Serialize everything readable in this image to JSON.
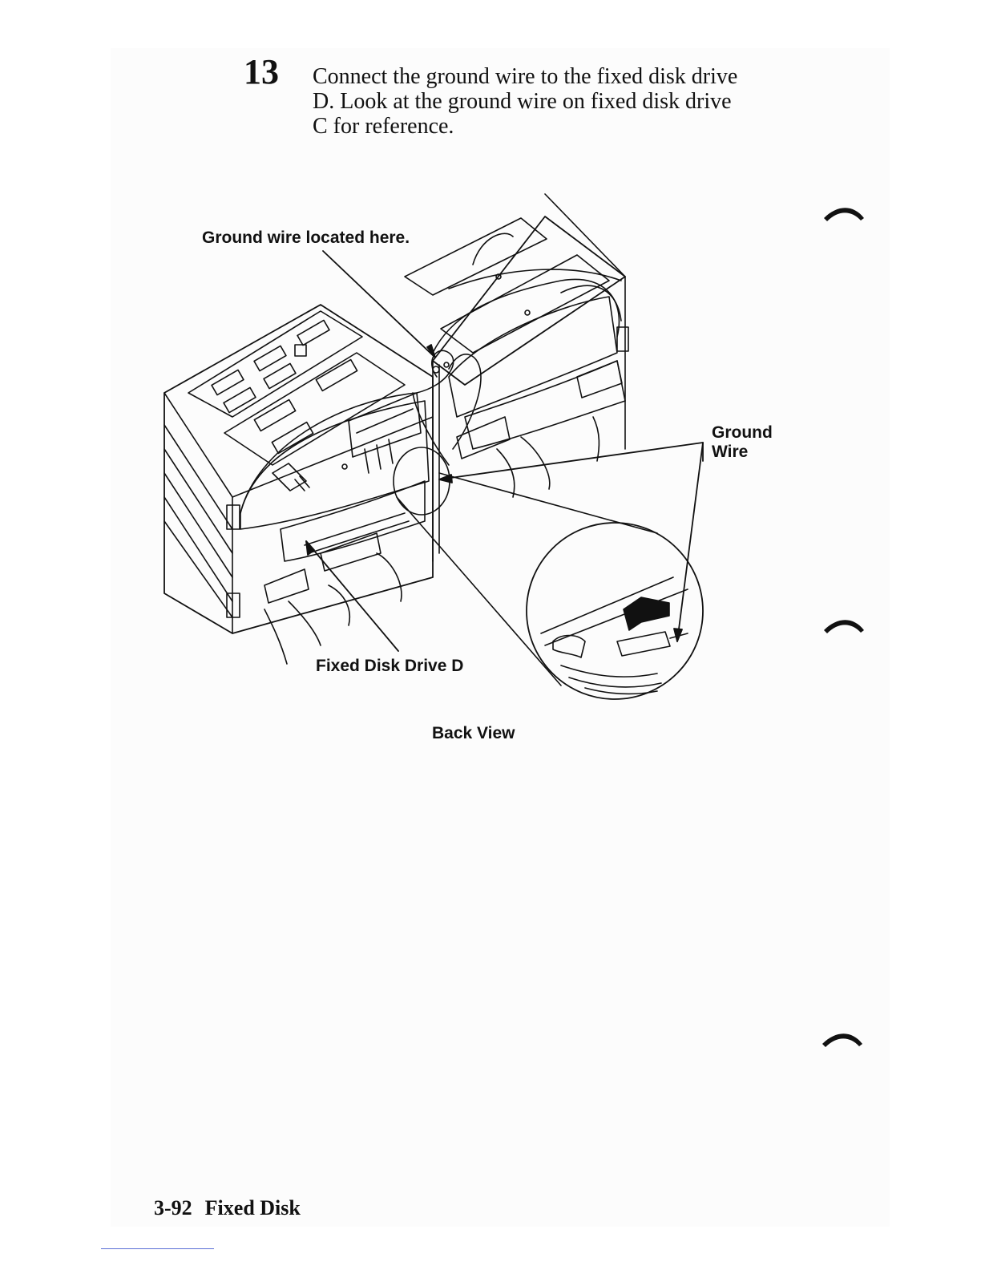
{
  "step": {
    "number": "13",
    "lines": [
      "Connect the ground wire to the fixed disk drive",
      "D.  Look at the ground wire on fixed disk drive",
      "C for reference."
    ]
  },
  "figure": {
    "callout_top": "Ground wire located here.",
    "callout_right_line1": "Ground",
    "callout_right_line2": "Wire",
    "callout_bottom": "Fixed Disk Drive D",
    "caption": "Back View"
  },
  "footer": {
    "page_number": "3-92",
    "section_title": "Fixed Disk"
  }
}
